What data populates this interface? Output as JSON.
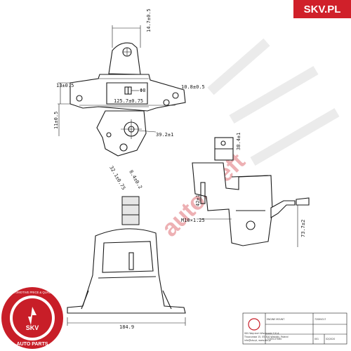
{
  "brand": {
    "tag": "SKV.PL",
    "color": "#d0202a"
  },
  "watermark": {
    "text": "autokseft"
  },
  "dimensions": {
    "top_width": "14.7±0.5",
    "d1": "13±0.5",
    "hole_flag": "Φ8",
    "d_right_top": "10.8±0.5",
    "span": "125.7±0.75",
    "height_left": "11±0.5",
    "d_mid": "39.2±1",
    "d_diag": "8.4±0.2",
    "d_lower": "32.1±0.75",
    "d_side": "38.4±1",
    "d_side2": "42±1",
    "thread": "M10×1.25",
    "height_right": "73.7±2",
    "base_width": "184.9"
  },
  "title_block": {
    "fields": [
      "ENGINE MOUNT",
      "72SKV017",
      "72305-0T060",
      "001",
      "02/2020"
    ],
    "company_lines": [
      "SKV Wojciech Wisniewski S.K.A.",
      "Tłuszczowa 15, 05-500 Wiskitki, Poland",
      "info@skv.pl, www.skv.pl"
    ]
  },
  "seal": {
    "ring_top": "AUTOMOTIVE PRICE & QUALITY",
    "ring_bottom": "AUTO PARTS",
    "center": "SKV",
    "color": "#c81e28"
  }
}
